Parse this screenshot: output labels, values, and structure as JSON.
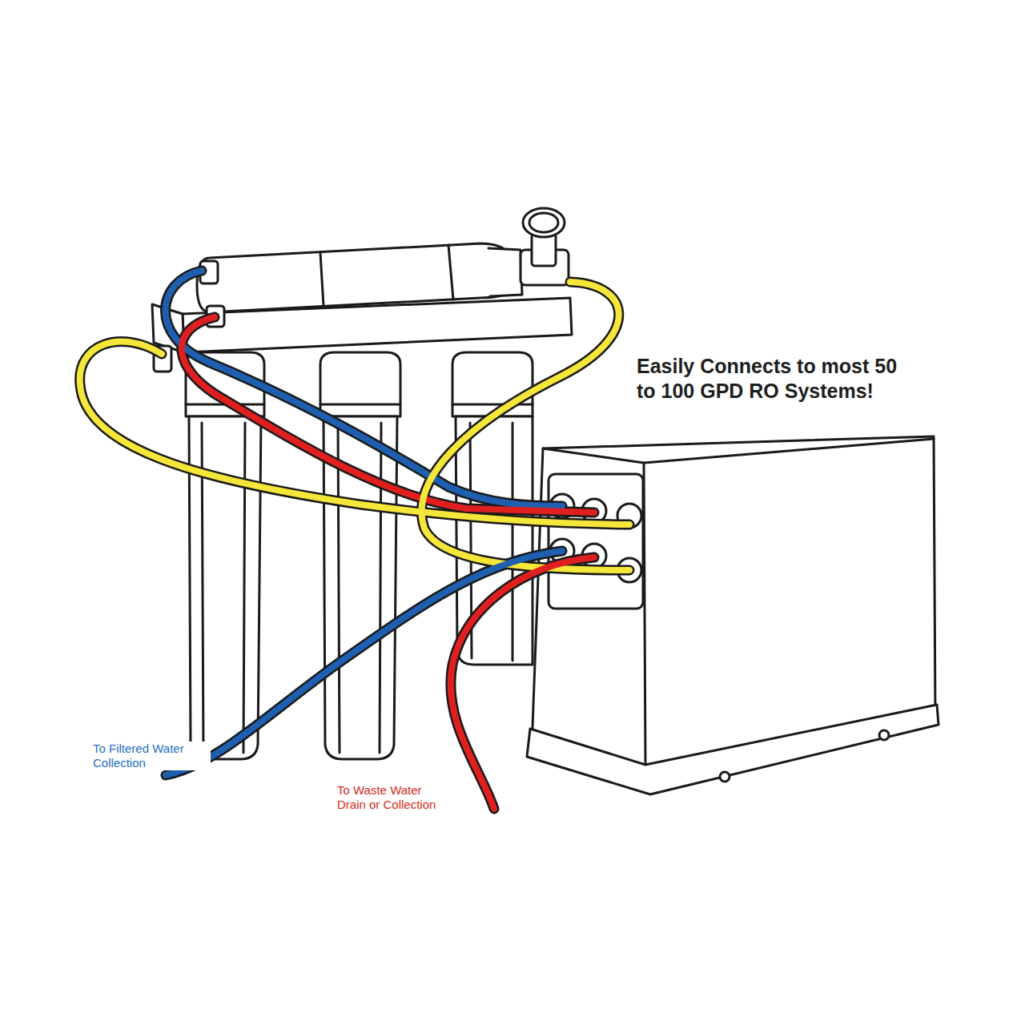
{
  "diagram": {
    "title": "Easily Connects to most 50 to 100 GPD RO Systems!",
    "labels": [
      "To Filtered Water Collection",
      "To Waste Water Drain or Collection"
    ]
  }
}
